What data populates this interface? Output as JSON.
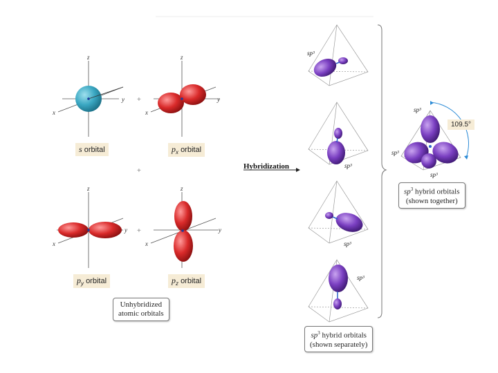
{
  "labels": {
    "s_orbital": {
      "symbol": "s",
      "text": "orbital"
    },
    "px_orbital": {
      "symbol": "p",
      "sub": "x",
      "text": "orbital"
    },
    "py_orbital": {
      "symbol": "p",
      "sub": "y",
      "text": "orbital"
    },
    "pz_orbital": {
      "symbol": "p",
      "sub": "z",
      "text": "orbital"
    },
    "unhybridized": [
      "Unhybridized",
      "atomic orbitals"
    ],
    "hybridization": "Hybridization",
    "separate_box": {
      "line1_sym": "sp",
      "line1_sup": "3",
      "line1_text": "hybrid orbitals",
      "line2": "(shown separately)"
    },
    "together_box": {
      "line1_sym": "sp",
      "line1_sup": "3",
      "line1_text": "hybrid orbitals",
      "line2": "(shown together)"
    },
    "angle": "109.5°",
    "sp3": "sp³"
  },
  "axes": {
    "x": "x",
    "y": "y",
    "z": "z"
  },
  "plus": "+",
  "colors": {
    "s": "#3aa7c2",
    "p": "#d92a2a",
    "sp3": "#7a3fc1",
    "nucleus": "#1b3c9e",
    "label_bg": "#f6ecd6",
    "angle_arc": "#2c8bd6"
  }
}
